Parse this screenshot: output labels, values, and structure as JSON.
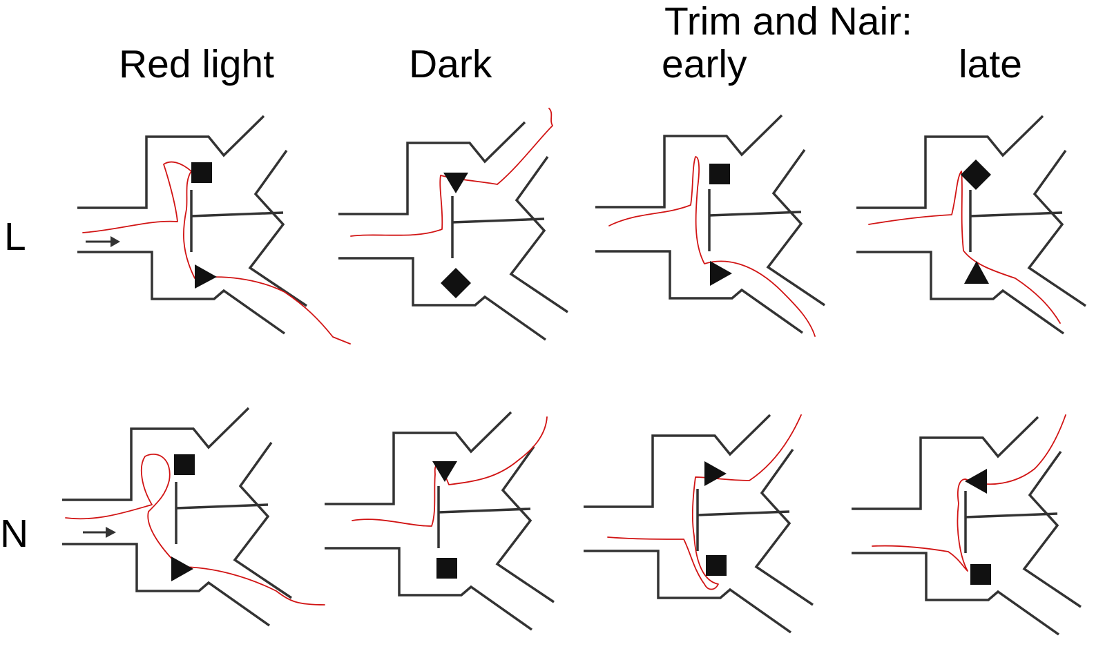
{
  "headers": {
    "col1": "Red light",
    "col2": "Dark",
    "col3_top": "Trim and Nair:",
    "col3": "early",
    "col4": "late"
  },
  "row_labels": {
    "row1": "L",
    "row2": "N"
  },
  "colors": {
    "wall": "#333333",
    "track": "#d11414",
    "marker": "#111111"
  },
  "markers": {
    "L": [
      {
        "panel": "Red light",
        "upper": "square",
        "lower": "triangle-right"
      },
      {
        "panel": "Dark",
        "upper": "triangle-down",
        "lower": "diamond"
      },
      {
        "panel": "early",
        "upper": "square",
        "lower": "triangle-right"
      },
      {
        "panel": "late",
        "upper": "diamond",
        "lower": "triangle-up"
      }
    ],
    "N": [
      {
        "panel": "Red light",
        "upper": "square",
        "lower": "triangle-right"
      },
      {
        "panel": "Dark",
        "upper": "triangle-down",
        "lower": "square"
      },
      {
        "panel": "early",
        "upper": "triangle-right",
        "lower": "square"
      },
      {
        "panel": "late",
        "upper": "triangle-left",
        "lower": "square"
      }
    ]
  }
}
